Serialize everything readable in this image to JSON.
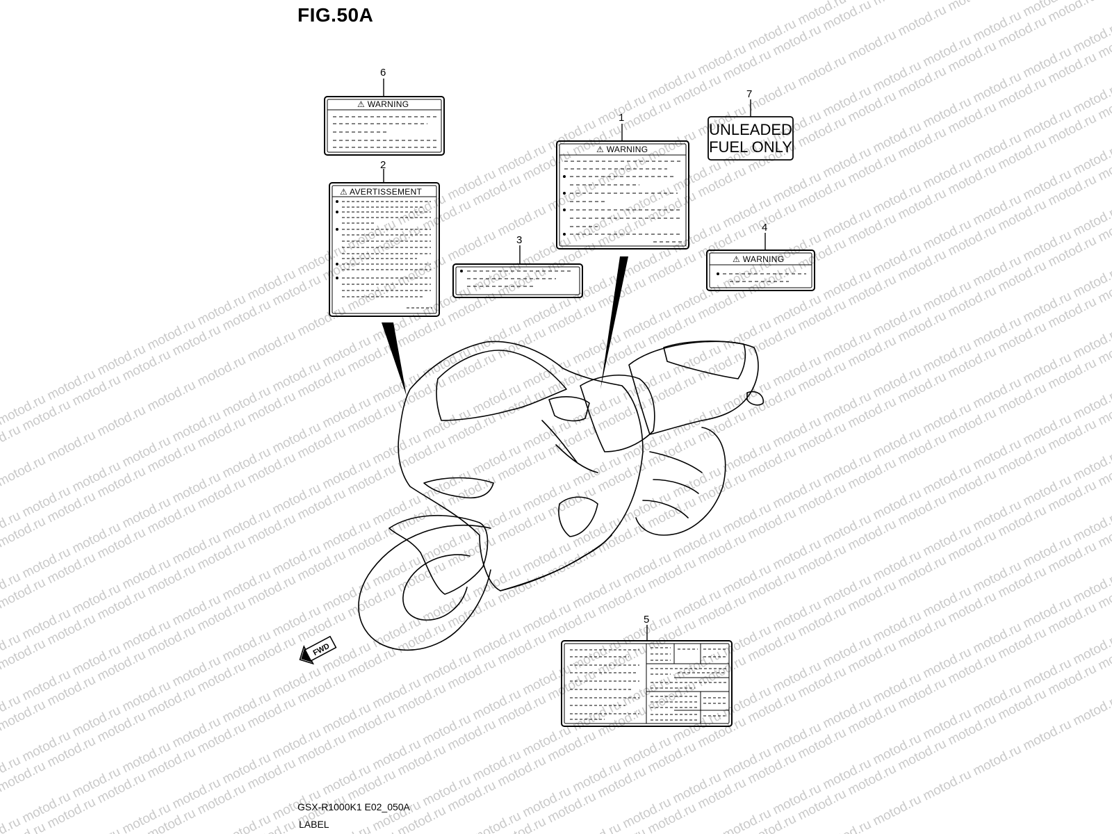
{
  "figure": {
    "title": "FIG.50A",
    "model_code": "GSX-R1000K1 E02_050A",
    "caption": "LABEL"
  },
  "watermark": "motod.ru",
  "forward_arrow": "FWD",
  "callouts": [
    "1",
    "2",
    "3",
    "4",
    "5",
    "6",
    "7"
  ],
  "labels": {
    "label_1": {
      "number": "1",
      "title": "WARNING"
    },
    "label_2": {
      "number": "2",
      "title": "AVERTISSEMENT"
    },
    "label_3": {
      "number": "3"
    },
    "label_4": {
      "number": "4",
      "title": "WARNING"
    },
    "label_5": {
      "number": "5"
    },
    "label_6": {
      "number": "6",
      "title": "WARNING"
    },
    "label_7": {
      "number": "7",
      "line1": "UNLEADED",
      "line2": "FUEL ONLY"
    }
  },
  "icons": {
    "warning": "warning-triangle-icon",
    "forward": "forward-arrow-icon"
  }
}
